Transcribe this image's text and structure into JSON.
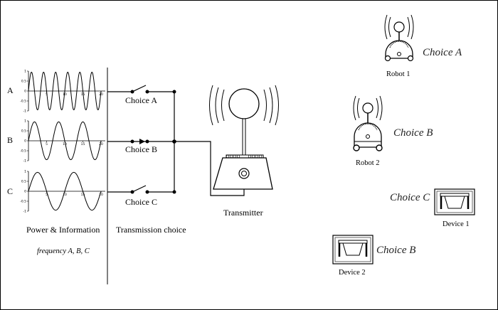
{
  "rows": [
    {
      "label": "A",
      "switch_label": "Choice A",
      "cycles": 6
    },
    {
      "label": "B",
      "switch_label": "Choice B",
      "cycles": 3
    },
    {
      "label": "C",
      "switch_label": "Choice C",
      "cycles": 2
    }
  ],
  "wave_ticks": {
    "y": [
      "1",
      "0.5",
      "0",
      "-0.5",
      "-1"
    ],
    "x": [
      "5",
      "10",
      "15",
      "20"
    ]
  },
  "panel_labels": {
    "power": "Power & Information",
    "frequency": "frequency A, B, C",
    "transmission": "Transmission choice",
    "transmitter": "Transmitter"
  },
  "receivers": [
    {
      "label": "Robot 1",
      "choice": "Choice A"
    },
    {
      "label": "Robot 2",
      "choice": "Choice B"
    },
    {
      "label": "Device 1",
      "choice": "Choice C"
    },
    {
      "label": "Device 2",
      "choice": "Choice B"
    }
  ]
}
